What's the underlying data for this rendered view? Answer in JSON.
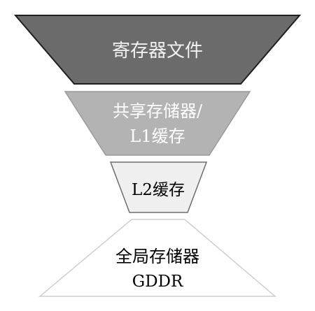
{
  "levels": [
    {
      "id": "register-file",
      "lines": [
        "寄存器文件"
      ],
      "fill": "#6b6b6b",
      "stroke": "#1f1f1f",
      "text_color": "#f2f2f2"
    },
    {
      "id": "shared-memory-l1",
      "lines": [
        "共享存储器/",
        "L1缓存"
      ],
      "fill": "#b3b3b3",
      "stroke": "#9a9a9a",
      "text_color": "#ffffff"
    },
    {
      "id": "l2-cache",
      "lines": [
        "L2缓存"
      ],
      "fill": "#f0f0f0",
      "stroke": "#6e6e6e",
      "text_color": "#000000"
    },
    {
      "id": "global-memory",
      "lines": [
        "全局存储器",
        "GDDR"
      ],
      "fill": "#ffffff",
      "stroke": "#cfcfcf",
      "text_color": "#000000"
    }
  ]
}
